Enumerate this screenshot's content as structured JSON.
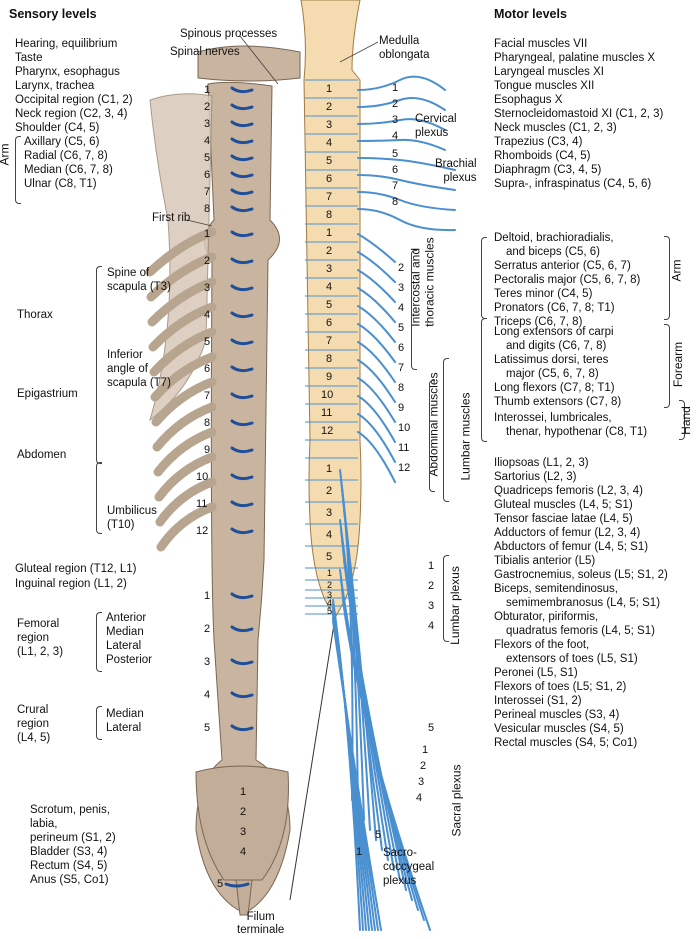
{
  "headers": {
    "sensory": "Sensory levels",
    "motor": "Motor levels"
  },
  "top_labels": {
    "spinous_processes": "Spinous processes",
    "spinal_nerves": "Spinal nerves",
    "medulla": "Medulla\noblongata",
    "first_rib": "First rib",
    "filum": "Filum\nterminale"
  },
  "sensory_left": [
    "Hearing, equilibrium",
    "Taste",
    "Pharynx, esophagus",
    "Larynx, trachea",
    "Occipital region (C1, 2)",
    "Neck region (C2, 3, 4)",
    "Shoulder (C4, 5)"
  ],
  "arm_group": {
    "label": "Arm",
    "items": [
      "Axillary (C5, 6)",
      "Radial (C6, 7, 8)",
      "Median (C6, 7, 8)",
      "Ulnar (C8, T1)"
    ]
  },
  "thorax": {
    "thorax": "Thorax",
    "epigastrium": "Epigastrium",
    "abdomen": "Abdomen",
    "spine_scapula": "Spine of\nscapula (T3)",
    "inferior_angle": "Inferior\nangle of\nscapula (T7)",
    "umbilicus": "Umbilicus\n(T10)"
  },
  "gluteal": [
    "Gluteal region (T12, L1)",
    "Inguinal region (L1, 2)"
  ],
  "femoral": {
    "label": "Femoral\nregion\n(L1, 2, 3)",
    "items": [
      "Anterior",
      "Median",
      "Lateral",
      "Posterior"
    ]
  },
  "crural": {
    "label": "Crural\nregion\n(L4, 5)",
    "items": [
      "Median",
      "Lateral"
    ]
  },
  "sacral_sensory": [
    "Scrotum, penis,",
    "labia,",
    "perineum (S1, 2)",
    "Bladder (S3, 4)",
    "Rectum (S4, 5)",
    "Anus (S5, Co1)"
  ],
  "plexus_labels": {
    "cervical": "Cervical\nplexus",
    "brachial": "Brachial\nplexus",
    "intercostal": "Intercostal and\nthoracic muscles",
    "abdominal": "Abdominal muscles",
    "lumbar_muscles": "Lumbar muscles",
    "lumbar_plexus": "Lumbar plexus",
    "sacral_plexus": "Sacral plexus",
    "sacrococcygeal": "Sacro-\ncoccygeal\nplexus"
  },
  "segments": {
    "cervical": [
      "1",
      "2",
      "3",
      "4",
      "5",
      "6",
      "7",
      "8"
    ],
    "thoracic": [
      "1",
      "2",
      "3",
      "4",
      "5",
      "6",
      "7",
      "8",
      "9",
      "10",
      "11",
      "12"
    ],
    "lumbar": [
      "1",
      "2",
      "3",
      "4",
      "5"
    ],
    "sacral": [
      "1",
      "2",
      "3",
      "4",
      "5"
    ]
  },
  "motor_upper": [
    "Facial muscles VII",
    "Pharyngeal, palatine muscles X",
    "Laryngeal muscles XI",
    "Tongue muscles XII",
    "Esophagus X",
    "Sternocleidomastoid XI (C1, 2, 3)",
    "Neck muscles (C1, 2, 3)",
    "Trapezius (C3, 4)",
    "Rhomboids (C4, 5)",
    "Diaphragm (C3, 4, 5)",
    "Supra-, infraspinatus (C4, 5, 6)"
  ],
  "motor_arm": {
    "label": "Arm",
    "items": [
      "Deltoid, brachioradialis,",
      "and biceps (C5, 6)",
      "Serratus anterior (C5, 6, 7)",
      "Pectoralis major (C5, 6, 7, 8)",
      "Teres minor (C4, 5)",
      "Pronators (C6, 7, 8; T1)",
      "Triceps (C6, 7, 8)"
    ]
  },
  "motor_forearm": {
    "label": "Forearm",
    "items": [
      "Long extensors of carpi",
      "and digits (C6, 7, 8)",
      "Latissimus dorsi, teres",
      "major (C5, 6, 7, 8)",
      "Long flexors (C7, 8; T1)",
      "Thumb extensors (C7, 8)"
    ]
  },
  "motor_hand": {
    "label": "Hand",
    "items": [
      "Interossei, lumbricales,",
      "thenar, hypothenar (C8, T1)"
    ]
  },
  "motor_lower": [
    "Iliopsoas (L1, 2, 3)",
    "Sartorius (L2, 3)",
    "Quadriceps femoris (L2, 3, 4)",
    "Gluteal muscles (L4, 5; S1)",
    "Tensor fasciae latae (L4, 5)",
    "Adductors of femur (L2, 3, 4)",
    "Abductors of femur (L4, 5; S1)",
    "Tibialis anterior (L5)",
    "Gastrocnemius, soleus (L5; S1, 2)",
    "Biceps, semitendinosus,",
    "semimembranosus (L4, 5; S1)",
    "Obturator, piriformis,",
    "quadratus femoris (L4, 5; S1)",
    "Flexors of the foot,",
    "extensors of toes (L5, S1)",
    "Peronei (L5, S1)",
    "Flexors of toes (L5; S1, 2)",
    "Interossei (S1, 2)",
    "Perineal muscles (S3, 4)",
    "Vesicular muscles (S4, 5)",
    "Rectal muscles (S4, 5; Co1)"
  ],
  "colors": {
    "cord": "#f5dcb0",
    "bone": "#c9b4a0",
    "nerve": "#4a8fd0",
    "nerve_dark": "#1f4f9a"
  }
}
